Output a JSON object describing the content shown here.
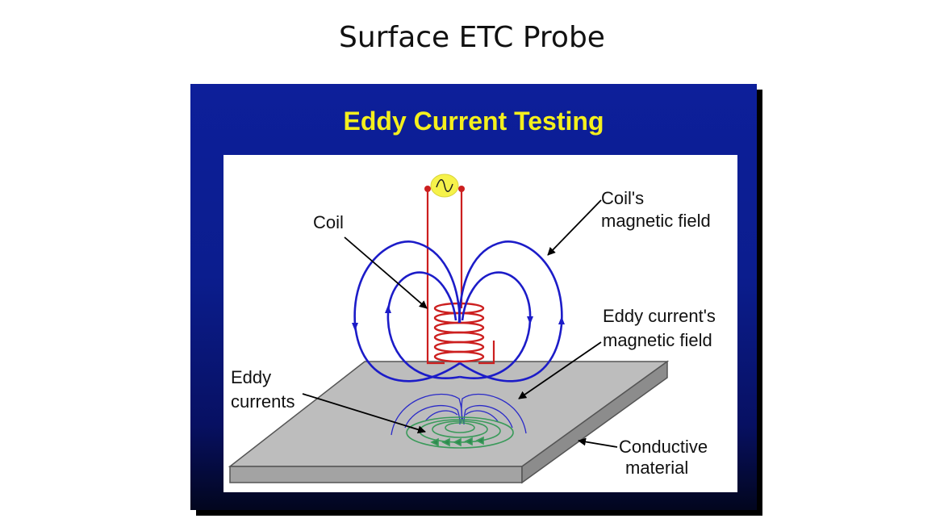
{
  "slide": {
    "title": "Surface ETC Probe"
  },
  "panel": {
    "heading": "Eddy Current Testing"
  },
  "labels": {
    "coil": "Coil",
    "coil_field_line1": "Coil's",
    "coil_field_line2": "magnetic field",
    "eddy_field_line1": "Eddy current's",
    "eddy_field_line2": "magnetic field",
    "eddy_currents_line1": "Eddy",
    "eddy_currents_line2": "currents",
    "material_line1": "Conductive",
    "material_line2": "material"
  },
  "icons": {
    "ac_source": "ac-source-icon"
  },
  "colors": {
    "panel_blue": "#0d1f9a",
    "heading_yellow": "#f4ef1d",
    "field_lines": "#1c1cc8",
    "coil_red": "#cc1f1f",
    "eddy_green": "#3a9a5a",
    "plate_gray": "#b9b9b9"
  }
}
